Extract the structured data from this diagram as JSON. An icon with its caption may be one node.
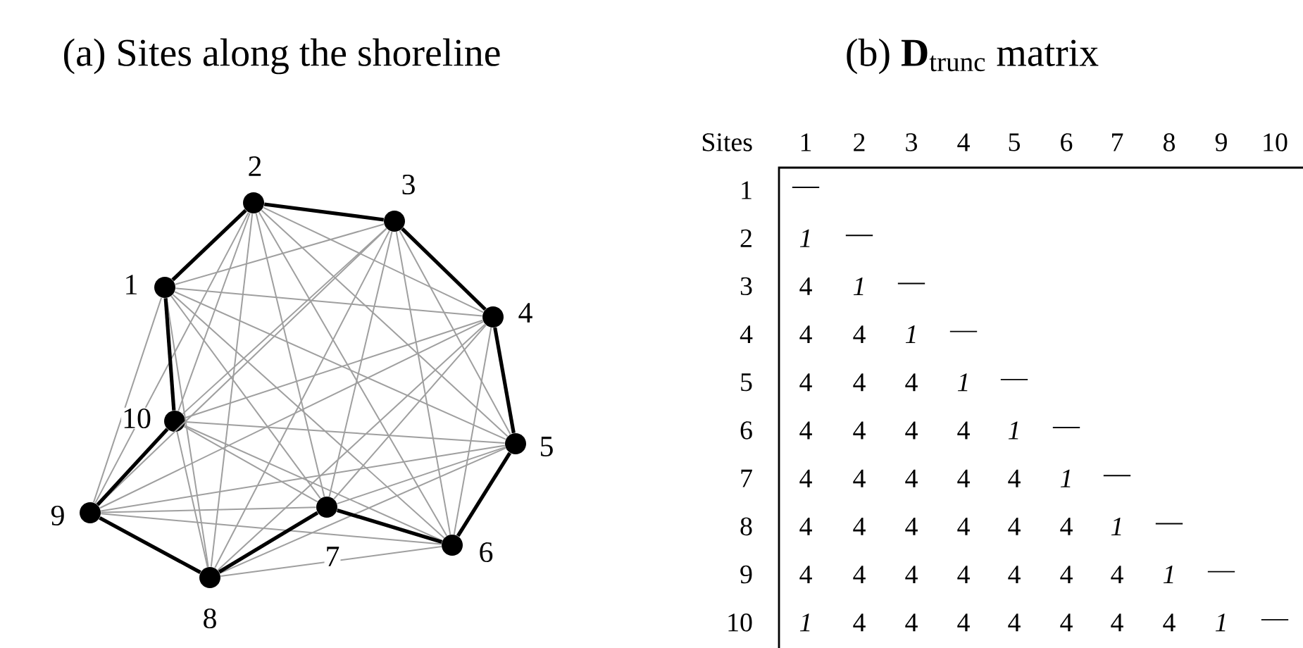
{
  "diagram": {
    "nodes": [
      {
        "text": [],
        "shape": "circle",
        "beside": [
          "1"
        ]
      },
      {
        "text": [],
        "shape": "circle",
        "beside": [
          "2"
        ]
      },
      {
        "text": [],
        "shape": "circle",
        "beside": [
          "3"
        ]
      },
      {
        "text": [],
        "shape": "circle",
        "beside": [
          "4"
        ]
      },
      {
        "text": [],
        "shape": "circle",
        "beside": [
          "5"
        ]
      },
      {
        "text": [],
        "shape": "circle",
        "beside": [
          "6"
        ]
      },
      {
        "text": [],
        "shape": "circle",
        "beside": [
          "7"
        ]
      },
      {
        "text": [],
        "shape": "circle",
        "beside": [
          "8"
        ]
      },
      {
        "text": [],
        "shape": "circle",
        "beside": [
          "9"
        ]
      },
      {
        "text": [],
        "shape": "circle",
        "beside": [
          "10"
        ]
      }
    ],
    "edges": [
      {
        "from": 0,
        "to": 1,
        "arrow": "none",
        "style": "thick",
        "color": "#000000"
      },
      {
        "from": 0,
        "to": 2,
        "arrow": "none"
      },
      {
        "from": 0,
        "to": 3,
        "arrow": "none"
      },
      {
        "from": 0,
        "to": 4,
        "arrow": "none"
      },
      {
        "from": 0,
        "to": 5,
        "arrow": "none"
      },
      {
        "from": 0,
        "to": 6,
        "arrow": "none"
      },
      {
        "from": 0,
        "to": 7,
        "arrow": "none"
      },
      {
        "from": 0,
        "to": 8,
        "arrow": "none"
      },
      {
        "from": 0,
        "to": 9,
        "arrow": "none",
        "style": "thick",
        "color": "#000000"
      },
      {
        "from": 1,
        "to": 2,
        "arrow": "none",
        "style": "thick",
        "color": "#000000"
      },
      {
        "from": 1,
        "to": 3,
        "arrow": "none"
      },
      {
        "from": 1,
        "to": 4,
        "arrow": "none"
      },
      {
        "from": 1,
        "to": 5,
        "arrow": "none"
      },
      {
        "from": 1,
        "to": 6,
        "arrow": "none"
      },
      {
        "from": 1,
        "to": 7,
        "arrow": "none"
      },
      {
        "from": 1,
        "to": 8,
        "arrow": "none"
      },
      {
        "from": 1,
        "to": 9,
        "arrow": "none"
      },
      {
        "from": 2,
        "to": 3,
        "arrow": "none",
        "style": "thick",
        "color": "#000000"
      },
      {
        "from": 2,
        "to": 4,
        "arrow": "none"
      },
      {
        "from": 2,
        "to": 5,
        "arrow": "none"
      },
      {
        "from": 2,
        "to": 6,
        "arrow": "none"
      },
      {
        "from": 2,
        "to": 7,
        "arrow": "none"
      },
      {
        "from": 2,
        "to": 8,
        "arrow": "none"
      },
      {
        "from": 2,
        "to": 9,
        "arrow": "none"
      },
      {
        "from": 3,
        "to": 4,
        "arrow": "none",
        "style": "thick",
        "color": "#000000"
      },
      {
        "from": 3,
        "to": 5,
        "arrow": "none"
      },
      {
        "from": 3,
        "to": 6,
        "arrow": "none"
      },
      {
        "from": 3,
        "to": 7,
        "arrow": "none"
      },
      {
        "from": 3,
        "to": 8,
        "arrow": "none"
      },
      {
        "from": 3,
        "to": 9,
        "arrow": "none"
      },
      {
        "from": 4,
        "to": 5,
        "arrow": "none",
        "style": "thick",
        "color": "#000000"
      },
      {
        "from": 4,
        "to": 6,
        "arrow": "none"
      },
      {
        "from": 4,
        "to": 7,
        "arrow": "none"
      },
      {
        "from": 4,
        "to": 8,
        "arrow": "none"
      },
      {
        "from": 4,
        "to": 9,
        "arrow": "none"
      },
      {
        "from": 5,
        "to": 6,
        "arrow": "none",
        "style": "thick",
        "color": "#000000"
      },
      {
        "from": 5,
        "to": 7,
        "arrow": "none"
      },
      {
        "from": 5,
        "to": 8,
        "arrow": "none"
      },
      {
        "from": 5,
        "to": 9,
        "arrow": "none"
      },
      {
        "from": 6,
        "to": 7,
        "arrow": "none",
        "style": "thick",
        "color": "#000000"
      },
      {
        "from": 6,
        "to": 8,
        "arrow": "none"
      },
      {
        "from": 6,
        "to": 9,
        "arrow": "none"
      },
      {
        "from": 7,
        "to": 8,
        "arrow": "none",
        "style": "thick",
        "color": "#000000"
      },
      {
        "from": 7,
        "to": 9,
        "arrow": "none"
      },
      {
        "from": 8,
        "to": 9,
        "arrow": "none",
        "style": "thick",
        "color": "#000000"
      }
    ],
    "labels": [
      "(a) Sites along the shoreline",
      "(b) **D**$_{trunc}$ matrix",
      "Sites",
      "1",
      "2",
      "3",
      "4",
      "5",
      "6",
      "7",
      "8",
      "9",
      "10",
      "1",
      "—",
      "2",
      "*1*",
      "—",
      "3",
      "4",
      "*1*",
      "—",
      "4",
      "4",
      "4",
      "*1*",
      "—",
      "5",
      "4",
      "4",
      "4",
      "*1*",
      "—",
      "6",
      "4",
      "4",
      "4",
      "4",
      "*1*",
      "—",
      "7",
      "4",
      "4",
      "4",
      "4",
      "4",
      "*1*",
      "—",
      "8",
      "4",
      "4",
      "4",
      "4",
      "4",
      "4",
      "*1*",
      "—",
      "9",
      "4",
      "4",
      "4",
      "4",
      "4",
      "4",
      "4",
      "*1*",
      "—",
      "10",
      "*1*",
      "4",
      "4",
      "4",
      "4",
      "4",
      "4",
      "4",
      "*1*",
      "—"
    ]
  }
}
